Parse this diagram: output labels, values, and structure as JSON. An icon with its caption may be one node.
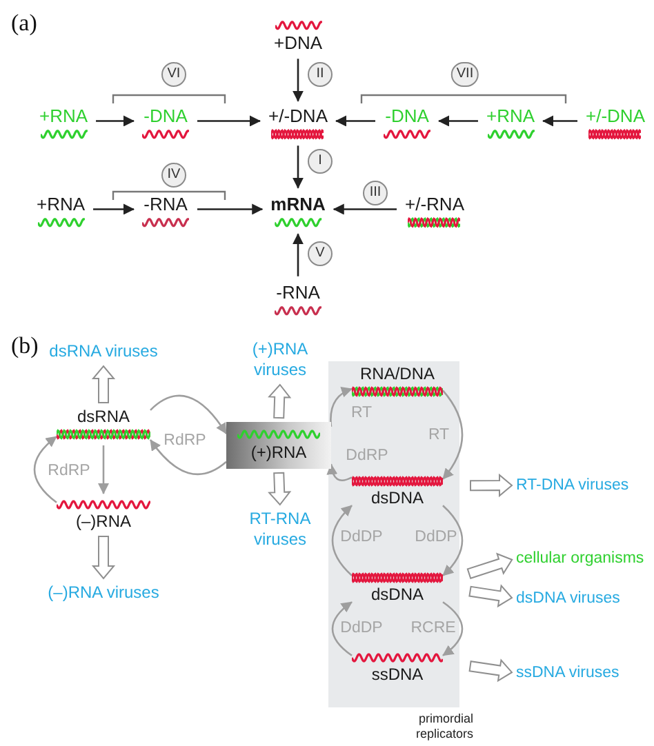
{
  "diagram": {
    "nodes": [
      {
        "text": [
          "+DNA"
        ]
      },
      {
        "text": [
          "+/-DNA"
        ]
      },
      {
        "text": [
          "+RNA"
        ]
      },
      {
        "text": [
          "-DNA"
        ]
      },
      {
        "text": [
          "-DNA"
        ]
      },
      {
        "text": [
          "+RNA"
        ]
      },
      {
        "text": [
          "+/-DNA"
        ]
      },
      {
        "text": [
          "+RNA"
        ]
      },
      {
        "text": [
          "-RNA"
        ]
      },
      {
        "text": [
          "mRNA"
        ]
      },
      {
        "text": [
          "+/-RNA"
        ]
      },
      {
        "text": [
          "-RNA"
        ]
      },
      {
        "text": [
          "primordial replicators"
        ]
      },
      {
        "text": [
          "dsRNA viruses"
        ]
      },
      {
        "text": [
          "dsRNA"
        ]
      },
      {
        "text": [
          "(–)RNA"
        ]
      },
      {
        "text": [
          "(–)RNA viruses"
        ]
      },
      {
        "text": [
          "(+)RNA viruses"
        ]
      },
      {
        "text": [
          "(+)RNA"
        ]
      },
      {
        "text": [
          "RT-RNA viruses"
        ]
      },
      {
        "text": [
          "RNA/DNA"
        ],
        "in": 12
      },
      {
        "text": [
          "dsDNA"
        ],
        "in": 12
      },
      {
        "text": [
          "dsDNA"
        ],
        "in": 12
      },
      {
        "text": [
          "ssDNA"
        ],
        "in": 12
      },
      {
        "text": [
          "RT-DNA viruses"
        ]
      },
      {
        "text": [
          "cellular organisms"
        ]
      },
      {
        "text": [
          "dsDNA viruses"
        ]
      },
      {
        "text": [
          "ssDNA viruses"
        ]
      }
    ],
    "edges": [
      {
        "from": 0,
        "to": 1,
        "arrow": "to",
        "label": "II"
      },
      {
        "from": 2,
        "to": 3,
        "arrow": "to"
      },
      {
        "from": 3,
        "to": 1,
        "arrow": "to"
      },
      {
        "from": 6,
        "to": 5,
        "arrow": "to"
      },
      {
        "from": 5,
        "to": 4,
        "arrow": "to"
      },
      {
        "from": 4,
        "to": 1,
        "arrow": "to"
      },
      {
        "from": 1,
        "to": 9,
        "arrow": "to",
        "label": "I"
      },
      {
        "from": 7,
        "to": 8,
        "arrow": "to"
      },
      {
        "from": 8,
        "to": 9,
        "arrow": "to"
      },
      {
        "from": 10,
        "to": 9,
        "arrow": "to",
        "label": "III"
      },
      {
        "from": 11,
        "to": 9,
        "arrow": "to",
        "label": "V"
      },
      {
        "from": 14,
        "to": 13,
        "arrow": "to",
        "style": "thick"
      },
      {
        "from": 14,
        "to": 15,
        "arrow": "to",
        "label": "RdRP",
        "color": "#9e9e9e"
      },
      {
        "from": 15,
        "to": 14,
        "arrow": "to",
        "color": "#9e9e9e"
      },
      {
        "from": 14,
        "to": 18,
        "arrow": "to",
        "label": "RdRP",
        "color": "#9e9e9e"
      },
      {
        "from": 18,
        "to": 14,
        "arrow": "to",
        "color": "#9e9e9e"
      },
      {
        "from": 18,
        "to": 17,
        "arrow": "to",
        "style": "thick"
      },
      {
        "from": 18,
        "to": 19,
        "arrow": "to",
        "style": "thick"
      },
      {
        "from": 18,
        "to": 20,
        "arrow": "to",
        "label": "RT",
        "color": "#9e9e9e"
      },
      {
        "from": 20,
        "to": 21,
        "arrow": "to",
        "label": "RT",
        "color": "#9e9e9e"
      },
      {
        "from": 21,
        "to": 18,
        "arrow": "to",
        "label": "DdRP",
        "color": "#9e9e9e"
      },
      {
        "from": 21,
        "to": 22,
        "arrow": "to",
        "label": "DdDP",
        "color": "#9e9e9e"
      },
      {
        "from": 22,
        "to": 21,
        "arrow": "to",
        "label": "DdDP",
        "color": "#9e9e9e"
      },
      {
        "from": 22,
        "to": 23,
        "arrow": "to",
        "label": "RCRE",
        "color": "#9e9e9e"
      },
      {
        "from": 23,
        "to": 22,
        "arrow": "to",
        "label": "DdDP",
        "color": "#9e9e9e"
      },
      {
        "from": 15,
        "to": 16,
        "arrow": "to",
        "style": "thick"
      },
      {
        "from": 21,
        "to": 24,
        "arrow": "to",
        "style": "thick"
      },
      {
        "from": 22,
        "to": 25,
        "arrow": "to",
        "style": "thick"
      },
      {
        "from": 22,
        "to": 26,
        "arrow": "to",
        "style": "thick"
      },
      {
        "from": 23,
        "to": 27,
        "arrow": "to",
        "style": "thick"
      }
    ],
    "labels": [
      "(a)",
      "VI",
      "VII",
      "IV",
      "(b)"
    ]
  }
}
